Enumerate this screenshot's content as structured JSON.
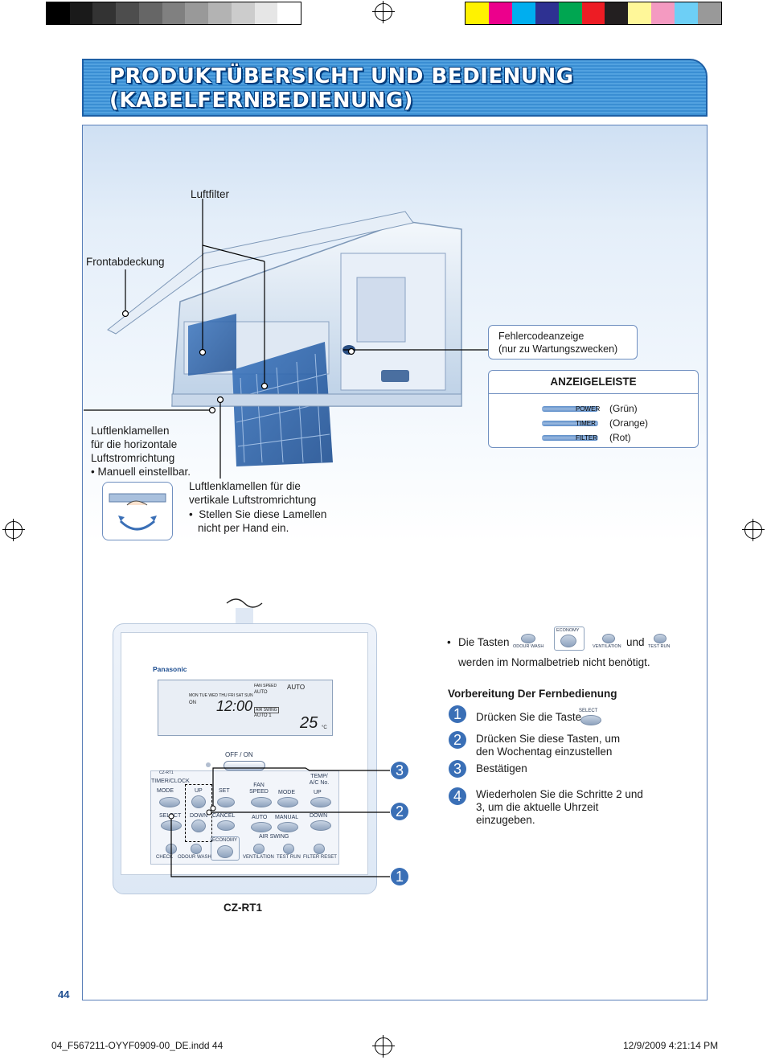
{
  "header": {
    "title_line1": "PRODUKTÜBERSICHT UND BEDIENUNG",
    "title_line2": "(KABELFERNBEDIENUNG)"
  },
  "unit_labels": {
    "luftfilter": "Luftfilter",
    "frontabdeckung": "Frontabdeckung",
    "fehlercode_line1": "Fehlercodeanzeige",
    "fehlercode_line2": "(nur zu Wartungszwecken)",
    "horizontal": [
      "Luftlenklamellen",
      "für die horizontale",
      "Luftstromrichtung",
      "• Manuell einstellbar."
    ],
    "vertical": [
      "Luftlenklamellen für die",
      "vertikale Luftstromrichtung"
    ],
    "vertical_note": [
      "Stellen Sie diese Lamellen",
      "nicht per Hand ein."
    ]
  },
  "display_panel": {
    "title": "ANZEIGELEISTE",
    "rows": [
      {
        "name": "POWER",
        "color": "(Grün)"
      },
      {
        "name": "TIMER",
        "color": "(Orange)"
      },
      {
        "name": "FILTER",
        "color": "(Rot)"
      }
    ]
  },
  "remote": {
    "brand": "Panasonic",
    "model_small": "CZ-RT1",
    "model_label": "CZ-RT1",
    "lcd": {
      "days": "MON TUE WED THU FRI SAT SUN",
      "on": "ON",
      "time": "12:00",
      "fan_speed": "FAN SPEED",
      "fan_auto": "AUTO",
      "mode_auto": "AUTO",
      "air_swing": "AIR SWING",
      "swing_auto": "AUTO 1",
      "temp": "25",
      "unit": "°C"
    },
    "off_on": "OFF / ON",
    "buttons": {
      "timer_clock": "TIMER/CLOCK",
      "mode": "MODE",
      "up": "UP",
      "set": "SET",
      "fan_speed": "FAN SPEED",
      "mode2": "MODE",
      "temp": "TEMP/ A/C No.",
      "up2": "UP",
      "select": "SELECT",
      "down": "DOWN",
      "cancel": "CANCEL",
      "auto": "AUTO",
      "manual": "MANUAL",
      "down2": "DOWN",
      "air_swing": "AIR SWING",
      "economy": "ECONOMY",
      "check": "CHECK",
      "odour_wash": "ODOUR WASH",
      "ventilation": "VENTILATION",
      "test_run": "TEST RUN",
      "filter_reset": "FILTER RESET"
    }
  },
  "notes": {
    "bullet": "•",
    "die_tasten": "Die Tasten",
    "odour_wash": "ODOUR WASH",
    "economy": "ECONOMY",
    "ventilation": "VENTILATION",
    "und": "und",
    "test_run": "TEST RUN",
    "line2": "werden im Normalbetrieb nicht benötigt."
  },
  "preparation": {
    "title": "Vorbereitung Der Fernbedienung",
    "select_label": "SELECT",
    "steps": [
      {
        "num": "1",
        "text": "Drücken Sie die Taste"
      },
      {
        "num": "2",
        "text": "Drücken Sie diese Tasten, um den Wochentag einzustellen"
      },
      {
        "num": "3",
        "text": "Bestätigen"
      },
      {
        "num": "4",
        "text": "Wiederholen Sie die Schritte 2 und 3, um die aktuelle Uhrzeit einzugeben."
      }
    ]
  },
  "callouts": [
    "3",
    "2",
    "1"
  ],
  "page_number": "44",
  "footer": {
    "file": "04_F567211-OYYF0909-00_DE.indd   44",
    "date": "12/9/2009   4:21:14 PM"
  },
  "colors": {
    "header_blue": "#3a8ed3",
    "callout_blue": "#3a6fb6",
    "frame_border": "#5a7fb8"
  }
}
